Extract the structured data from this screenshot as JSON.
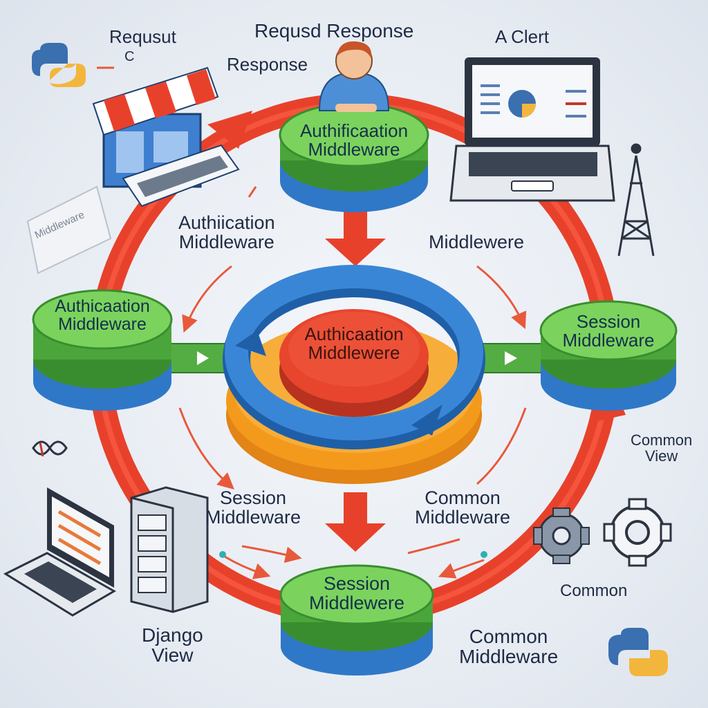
{
  "top": {
    "request_label": "Requsut",
    "c_label": "C",
    "request_response_label": "Requsd  Response",
    "response_label": "Response",
    "client_label": "A Clert"
  },
  "discs": {
    "top": {
      "line1": "Authificaation",
      "line2": "Middleware"
    },
    "left": {
      "line1": "Authicaation",
      "line2": "Middleware"
    },
    "right": {
      "line1": "Session",
      "line2": "Middleware"
    },
    "bottom": {
      "line1": "Session",
      "line2": "Middlewere"
    },
    "center": {
      "line1": "Authicaation",
      "line2": "Middlewere"
    }
  },
  "floating": {
    "upper_left_line1": "Authiication",
    "upper_left_line2": "Middleware",
    "upper_right": "Middlewere",
    "lower_left_line1": "Session",
    "lower_left_line2": "Middleware",
    "lower_right_line1": "Common",
    "lower_right_line2": "Middleware",
    "far_right_line1": "Common",
    "far_right_line2": "View",
    "common": "Common",
    "bottom_right_line1": "Common",
    "bottom_right_line2": "Middleware",
    "django_line1": "Django",
    "django_line2": "View",
    "paper_note": "Middleware"
  },
  "colors": {
    "ring": "#e8412b",
    "green": "#66c14f",
    "green_dark": "#3f8f33",
    "blue": "#2f78c8",
    "orange": "#f39a1c",
    "red_core": "#e8452e"
  }
}
